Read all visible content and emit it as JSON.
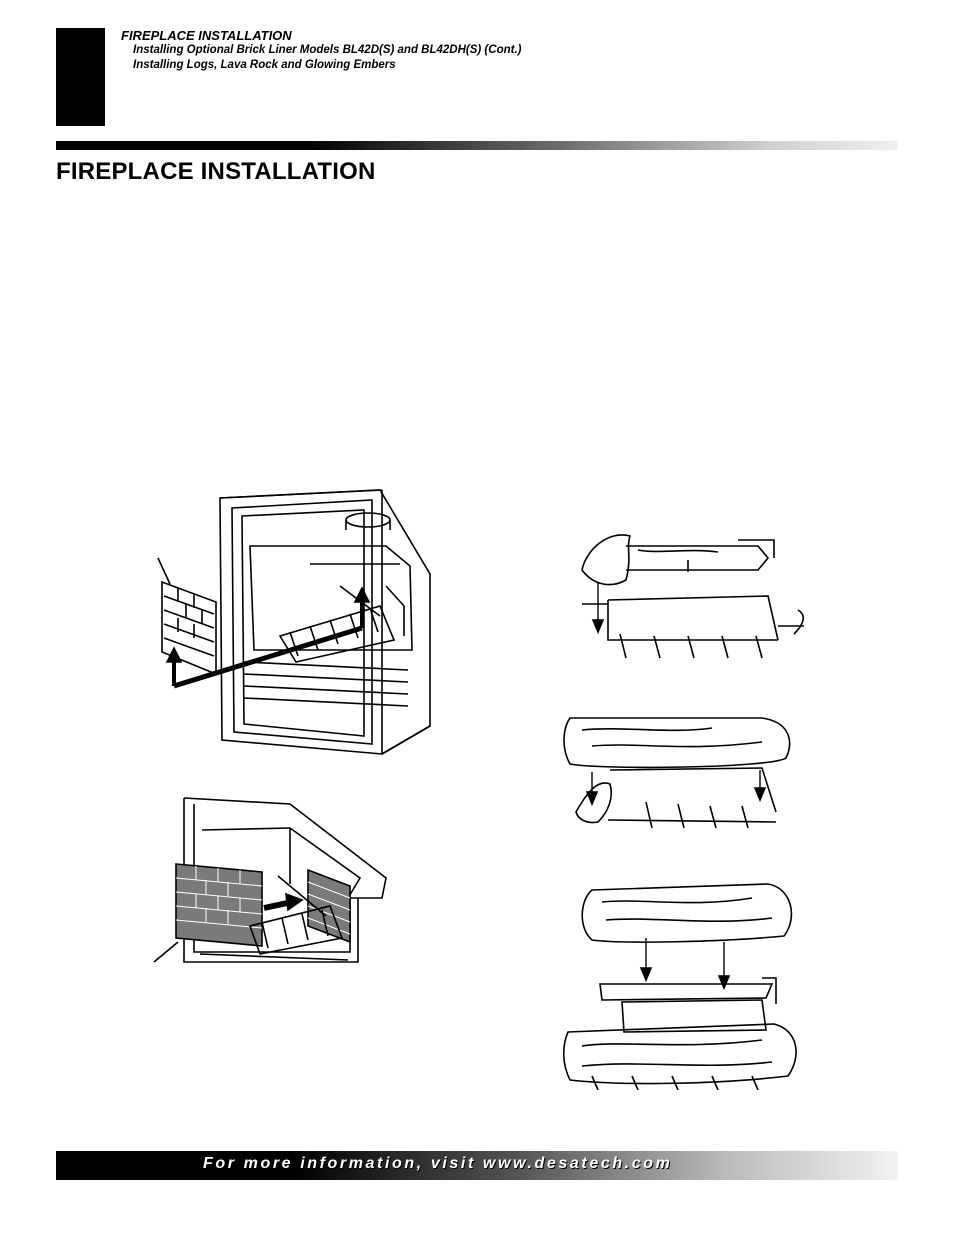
{
  "header": {
    "section": "FIREPLACE INSTALLATION",
    "lines": [
      "Installing Optional Brick Liner Models BL42D(S) and BL42DH(S) (Cont.)",
      "Installing Logs, Lava Rock and Glowing Embers"
    ]
  },
  "page_title": "FIREPLACE INSTALLATION",
  "footer": {
    "text": "For more information, visit www.desatech.com"
  }
}
